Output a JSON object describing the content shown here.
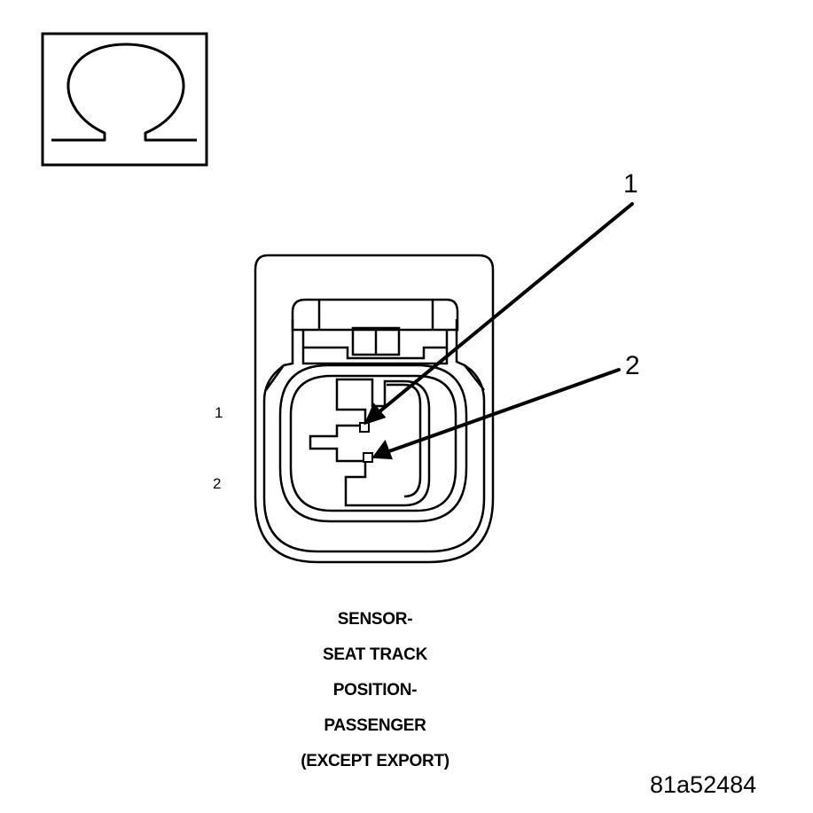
{
  "symbol": {
    "icon": "ohm-icon"
  },
  "callouts": [
    {
      "id": "1",
      "label": "1"
    },
    {
      "id": "2",
      "label": "2"
    }
  ],
  "pin_labels": [
    {
      "id": "1",
      "label": "1"
    },
    {
      "id": "2",
      "label": "2"
    }
  ],
  "title_lines": [
    "SENSOR-",
    "SEAT TRACK",
    "POSITION-",
    "PASSENGER",
    "(EXCEPT EXPORT)"
  ],
  "figure_id": "81a52484",
  "colors": {
    "ink": "#000000",
    "background": "#ffffff"
  }
}
